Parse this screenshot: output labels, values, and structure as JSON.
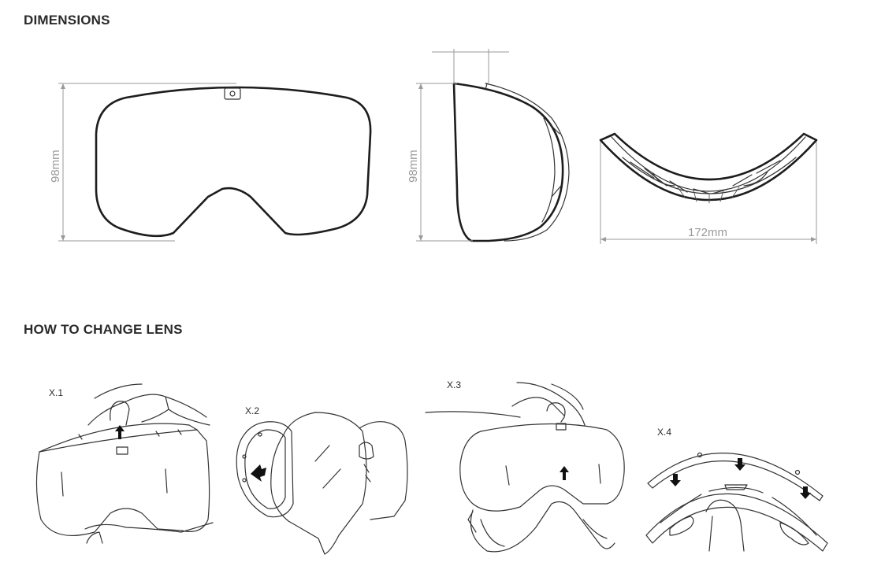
{
  "headings": {
    "dimensions": "DIMENSIONS",
    "how_to_change_lens": "HOW TO CHANGE LENS"
  },
  "dimensions": {
    "front_height": "98mm",
    "side_height": "98mm",
    "top_width": "172mm"
  },
  "steps": [
    "X.1",
    "X.2",
    "X.3",
    "X.4"
  ]
}
